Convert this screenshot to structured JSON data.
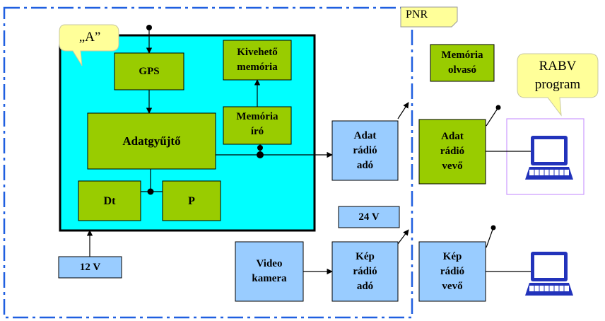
{
  "diagram": {
    "pnr_label": "PNR",
    "callout_a": "„A”",
    "callout_rabv": "RABV\nprogram",
    "blocks": {
      "gps": "GPS",
      "kiveheto": "Kivehető\nmemória",
      "memoria_olvaso": "Memória\nolvasó",
      "adatgyujto": "Adatgyűjtő",
      "memoria_iro": "Memória\níró",
      "dt": "Dt",
      "p": "P",
      "adat_radio_ado": "Adat\nrádió\nadó",
      "adat_radio_vevo": "Adat\nrádió\nvevő",
      "v24": "24 V",
      "v12": "12 V",
      "video_kamera": "Video\nkamera",
      "kep_radio_ado": "Kép\nrádió\nadó",
      "kep_radio_vevo": "Kép\nrádió\nvevő"
    },
    "colors": {
      "cyan_panel": "#00FFFF",
      "green_block": "#99CC00",
      "blue_block": "#99CCFF",
      "callout": "#FFFF99",
      "pnr_border": "#1F5FE0"
    },
    "icons": [
      "computer-icon",
      "computer-icon",
      "antenna-icon"
    ]
  }
}
